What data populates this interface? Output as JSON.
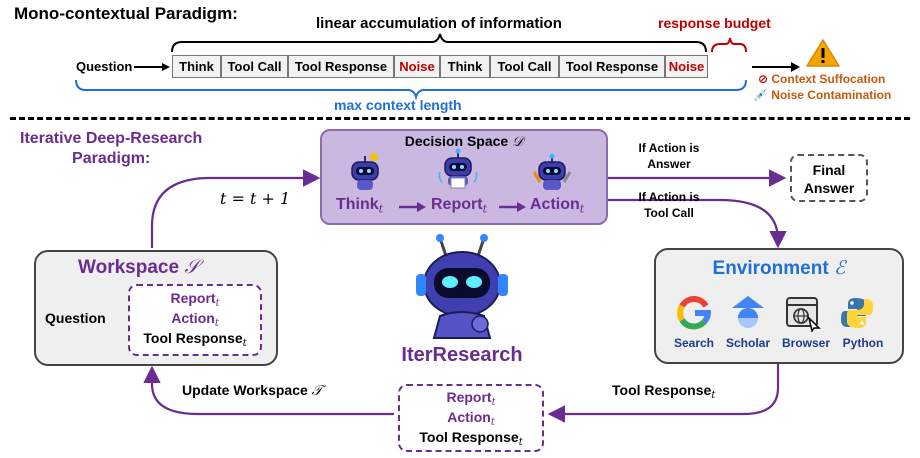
{
  "mono": {
    "title": "Mono-contextual Paradigm:",
    "linear_label": "linear accumulation of information",
    "budget_label": "response budget",
    "question": "Question",
    "segments": [
      "Think",
      "Tool Call",
      "Tool Response",
      "Noise",
      "Think",
      "Tool Call",
      "Tool Response",
      "Noise"
    ],
    "max_context": "max context length",
    "warn1": "Context Suffocation",
    "warn2": "Noise Contamination"
  },
  "iter": {
    "title_line1": "Iterative Deep-Research",
    "title_line2": "Paradigm:",
    "decision_title": "Decision Space",
    "decision_symbol": "𝒟",
    "steps": [
      "Think",
      "Report",
      "Action"
    ],
    "step_sub": "t",
    "update_eq": "t = t + 1",
    "if_answer_1": "If Action is",
    "if_answer_2": "Answer",
    "if_tool_1": "If Action is",
    "if_tool_2": "Tool Call",
    "final_answer_1": "Final",
    "final_answer_2": "Answer",
    "workspace_title": "Workspace",
    "workspace_symbol": "𝒮",
    "workspace_question": "Question",
    "workspace_items": [
      "Report",
      "Action",
      "Tool Response"
    ],
    "environment_title": "Environment",
    "environment_symbol": "ℰ",
    "tools": [
      "Search",
      "Scholar",
      "Browser",
      "Python"
    ],
    "brand": "IterResearch",
    "update_label": "Update Workspace",
    "update_symbol": "𝒯",
    "tool_response_label": "Tool Response",
    "bottom_items": [
      "Report",
      "Action",
      "Tool Response"
    ]
  },
  "colors": {
    "purple": "#6a2c91",
    "blue": "#1f6fd6",
    "red": "#c00000",
    "orange": "#c55a11",
    "decision_bg": "#cbb8e0"
  }
}
